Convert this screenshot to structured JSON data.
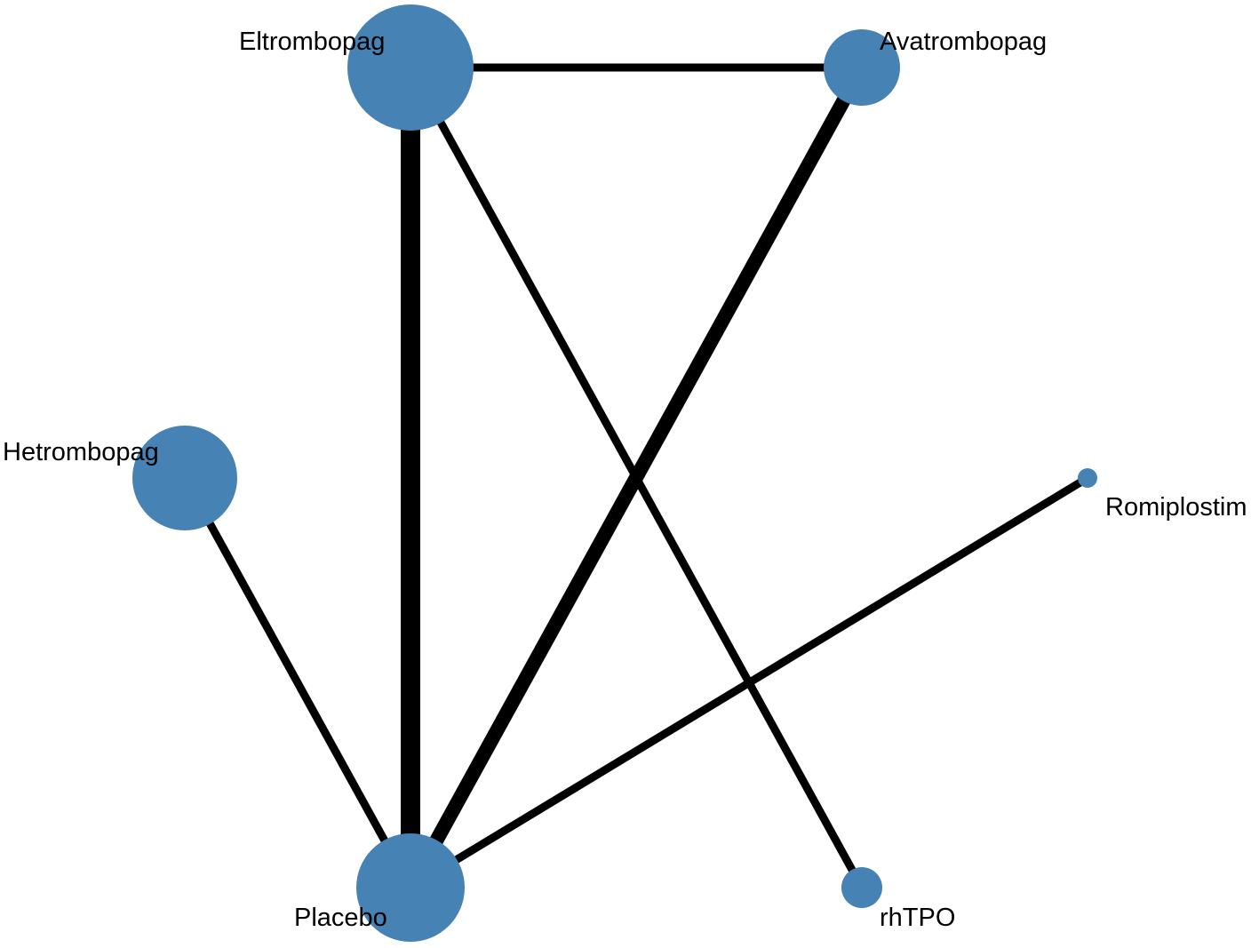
{
  "network": {
    "node_color": "#4682B4",
    "edge_color": "#000000",
    "nodes": [
      {
        "id": "eltrombopag",
        "label": "Eltrombopag"
      },
      {
        "id": "avatrombopag",
        "label": "Avatrombopag"
      },
      {
        "id": "hetrombopag",
        "label": "Hetrombopag"
      },
      {
        "id": "romiplostim",
        "label": "Romiplostim"
      },
      {
        "id": "placebo",
        "label": "Placebo"
      },
      {
        "id": "rhtpo",
        "label": "rhTPO"
      }
    ],
    "edges": [
      {
        "from": "eltrombopag",
        "to": "avatrombopag"
      },
      {
        "from": "eltrombopag",
        "to": "placebo"
      },
      {
        "from": "eltrombopag",
        "to": "rhtpo"
      },
      {
        "from": "avatrombopag",
        "to": "placebo"
      },
      {
        "from": "hetrombopag",
        "to": "placebo"
      },
      {
        "from": "romiplostim",
        "to": "placebo"
      }
    ]
  }
}
